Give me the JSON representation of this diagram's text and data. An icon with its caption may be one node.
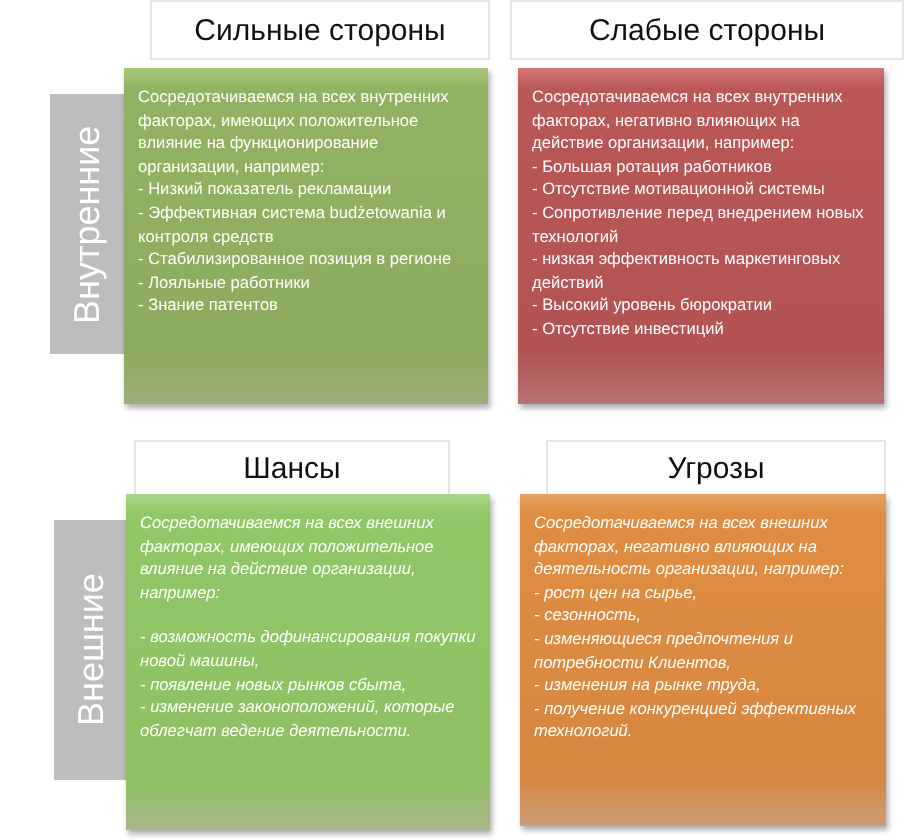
{
  "diagram": {
    "nodes": [
      {
        "text": [
          "Сильные стороны"
        ]
      },
      {
        "text": [
          "Слабые стороны"
        ]
      },
      {
        "text": [
          "Внутренние"
        ]
      },
      {
        "text": [
          "Сосредотачиваемся на всех внутренних факторах, имеющих положительное влияние на функционирование организации, например:",
          "- Низкий показатель рекламации",
          "- Эффективная система budżetowania и контроля средств",
          "- Стабилизированное позиция в регионе",
          "- Лояльные работники",
          "- Знание патентов"
        ]
      },
      {
        "text": [
          "Сосредотачиваемся на всех внутренних факторах, негативно влияющих на действие организации, например:",
          "- Большая ротация работников",
          "- Отсутствие мотивационной системы",
          "- Сопротивление перед внедрением новых технологий",
          "- низкая эффективность маркетинговых действий",
          "- Высокий уровень бюрократии",
          "- Отсутствие инвестиций"
        ]
      },
      {
        "text": [
          "Шансы"
        ]
      },
      {
        "text": [
          "Угрозы"
        ]
      },
      {
        "text": [
          "Внешние"
        ]
      },
      {
        "text": [
          "Сосредотачиваемся на всех внешних факторах, имеющих положительное влияние на действие организации, например:",
          "- возможность дофинансирования покупки новой машины,",
          "- появление новых рынков сбыта,",
          "- изменение законоположений, которые облегчат ведение деятельности."
        ]
      },
      {
        "text": [
          "Сосредотачиваемся на всех внешних факторах, негативно влияющих на деятельность организации, например:",
          "- рост цен на сырье,",
          "- сезонность,",
          "- изменяющиеся предпочтения и потребности Клиентов,",
          "- изменения на рынке труда,",
          "- получение конкуренцией эффективных технологий."
        ]
      }
    ]
  }
}
